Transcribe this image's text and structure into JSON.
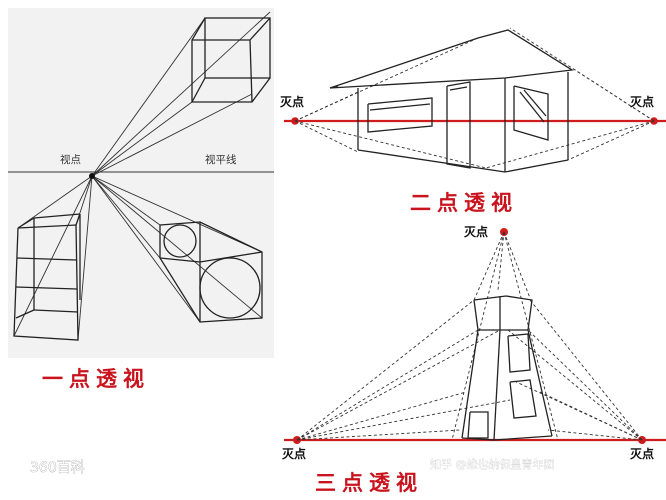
{
  "panel_one": {
    "viewpoint_label": "视点",
    "horizon_label": "视平线",
    "title": "一点透视",
    "watermark": "360百科"
  },
  "panel_two": {
    "vp_left_label": "灭点",
    "vp_right_label": "灭点",
    "title": "二点透视"
  },
  "panel_three": {
    "vp_top_label": "灭点",
    "vp_left_label": "灭点",
    "vp_right_label": "灭点",
    "title": "三点透视"
  },
  "attribution": "知乎 @维也纳保皇青年团",
  "colors": {
    "accent_red": "#d01c1c",
    "title_red": "#c9141e",
    "line": "#222222"
  }
}
